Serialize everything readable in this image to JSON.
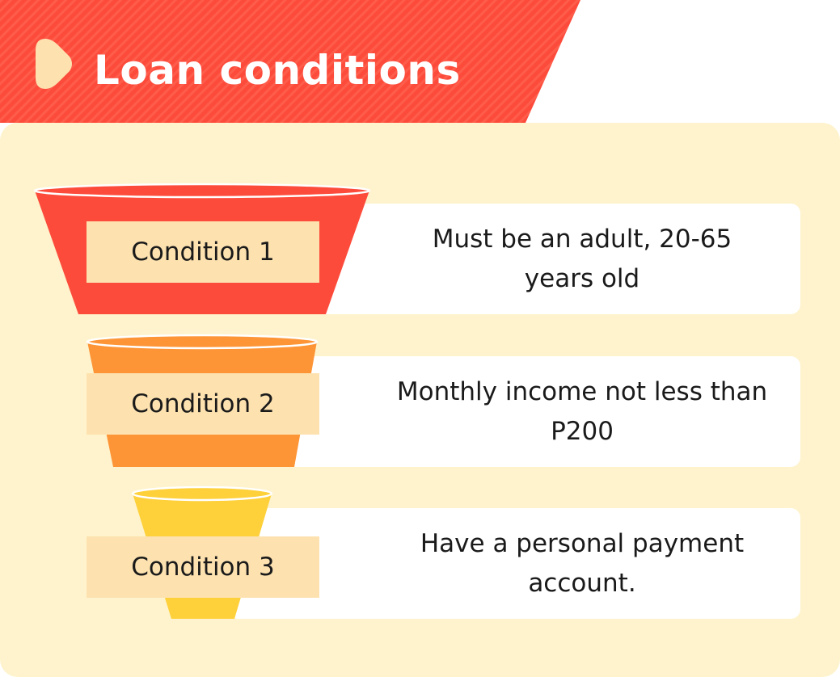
{
  "header": {
    "title": "Loan conditions",
    "play_icon": "play-icon",
    "color": "#fd4b3b"
  },
  "panel_color": "#fef3cc",
  "conditions": [
    {
      "label": "Condition 1",
      "description": "Must be an adult, 20-65 years old",
      "color": "#fd4b3b"
    },
    {
      "label": "Condition 2",
      "description": "Monthly income not less than P200",
      "color": "#fd9537"
    },
    {
      "label": "Condition 3",
      "description": "Have a personal payment account.",
      "color": "#fed03a"
    }
  ]
}
